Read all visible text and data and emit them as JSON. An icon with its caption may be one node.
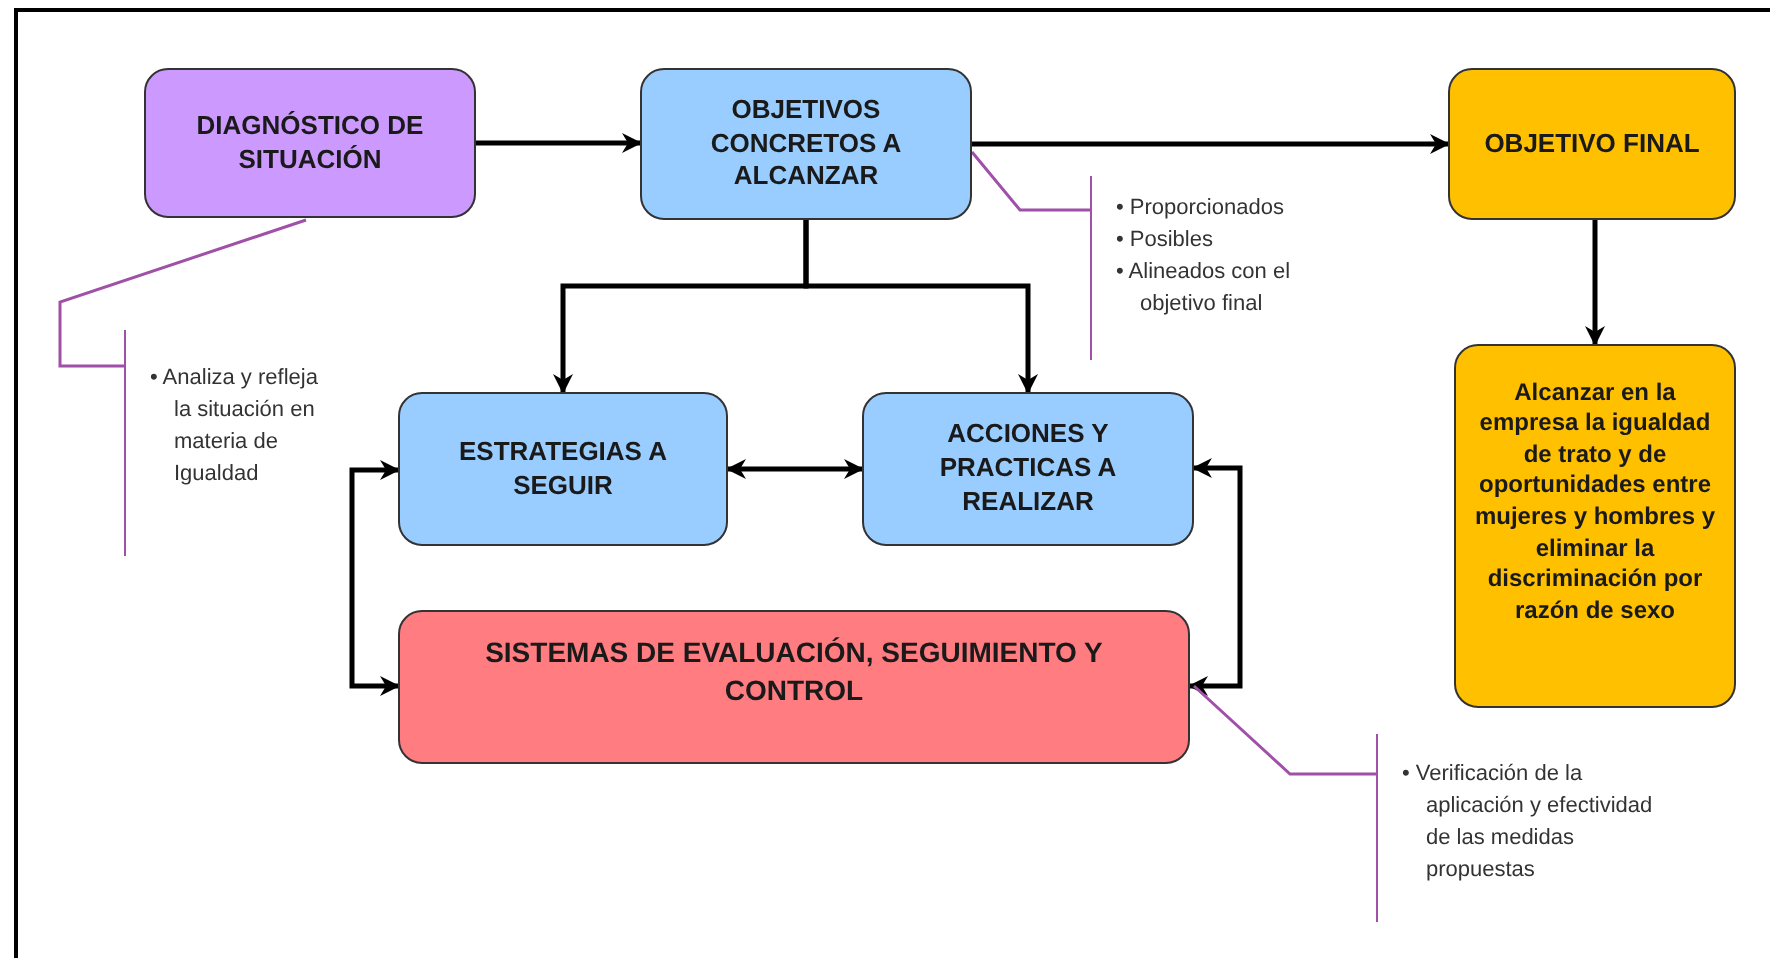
{
  "diagram": {
    "nodes": [
      {
        "text": [
          "DIAGNÓSTICO DE SITUACIÓN"
        ]
      },
      {
        "text": [
          "OBJETIVOS CONCRETOS A ALCANZAR"
        ]
      },
      {
        "text": [
          "OBJETIVO FINAL"
        ]
      },
      {
        "text": [
          "ESTRATEGIAS A SEGUIR"
        ]
      },
      {
        "text": [
          "ACCIONES Y PRACTICAS A REALIZAR"
        ]
      },
      {
        "text": [
          "SISTEMAS DE EVALUACIÓN, SEGUIMIENTO Y CONTROL"
        ]
      },
      {
        "text": [
          "Alcanzar en la empresa la igualdad de trato y de oportunidades entre mujeres y hombres y eliminar la discriminación por razón de sexo"
        ]
      },
      {
        "text": [
          "• Analiza y refleja la situación en materia de Igualdad"
        ]
      },
      {
        "text": [
          "• Proporcionados",
          "• Posibles",
          "• Alineados con el objetivo final"
        ]
      },
      {
        "text": [
          "• Verificación de la aplicación y efectividad de las medidas propuestas"
        ]
      }
    ],
    "edges": [
      {
        "from": 0,
        "to": 1,
        "arrow": "to"
      },
      {
        "from": 1,
        "to": 2,
        "arrow": "to"
      },
      {
        "from": 2,
        "to": 6,
        "arrow": "to"
      },
      {
        "from": 1,
        "to": 3,
        "arrow": "to"
      },
      {
        "from": 1,
        "to": 4,
        "arrow": "to"
      },
      {
        "from": 3,
        "to": 4,
        "arrow": "both"
      },
      {
        "from": 3,
        "to": 5,
        "arrow": "both"
      },
      {
        "from": 4,
        "to": 5,
        "arrow": "both"
      },
      {
        "from": 7,
        "to": 0,
        "arrow": "none",
        "color": "#a050a8"
      },
      {
        "from": 8,
        "to": 1,
        "arrow": "none",
        "color": "#a050a8"
      },
      {
        "from": 9,
        "to": 5,
        "arrow": "none",
        "color": "#a050a8"
      }
    ]
  }
}
